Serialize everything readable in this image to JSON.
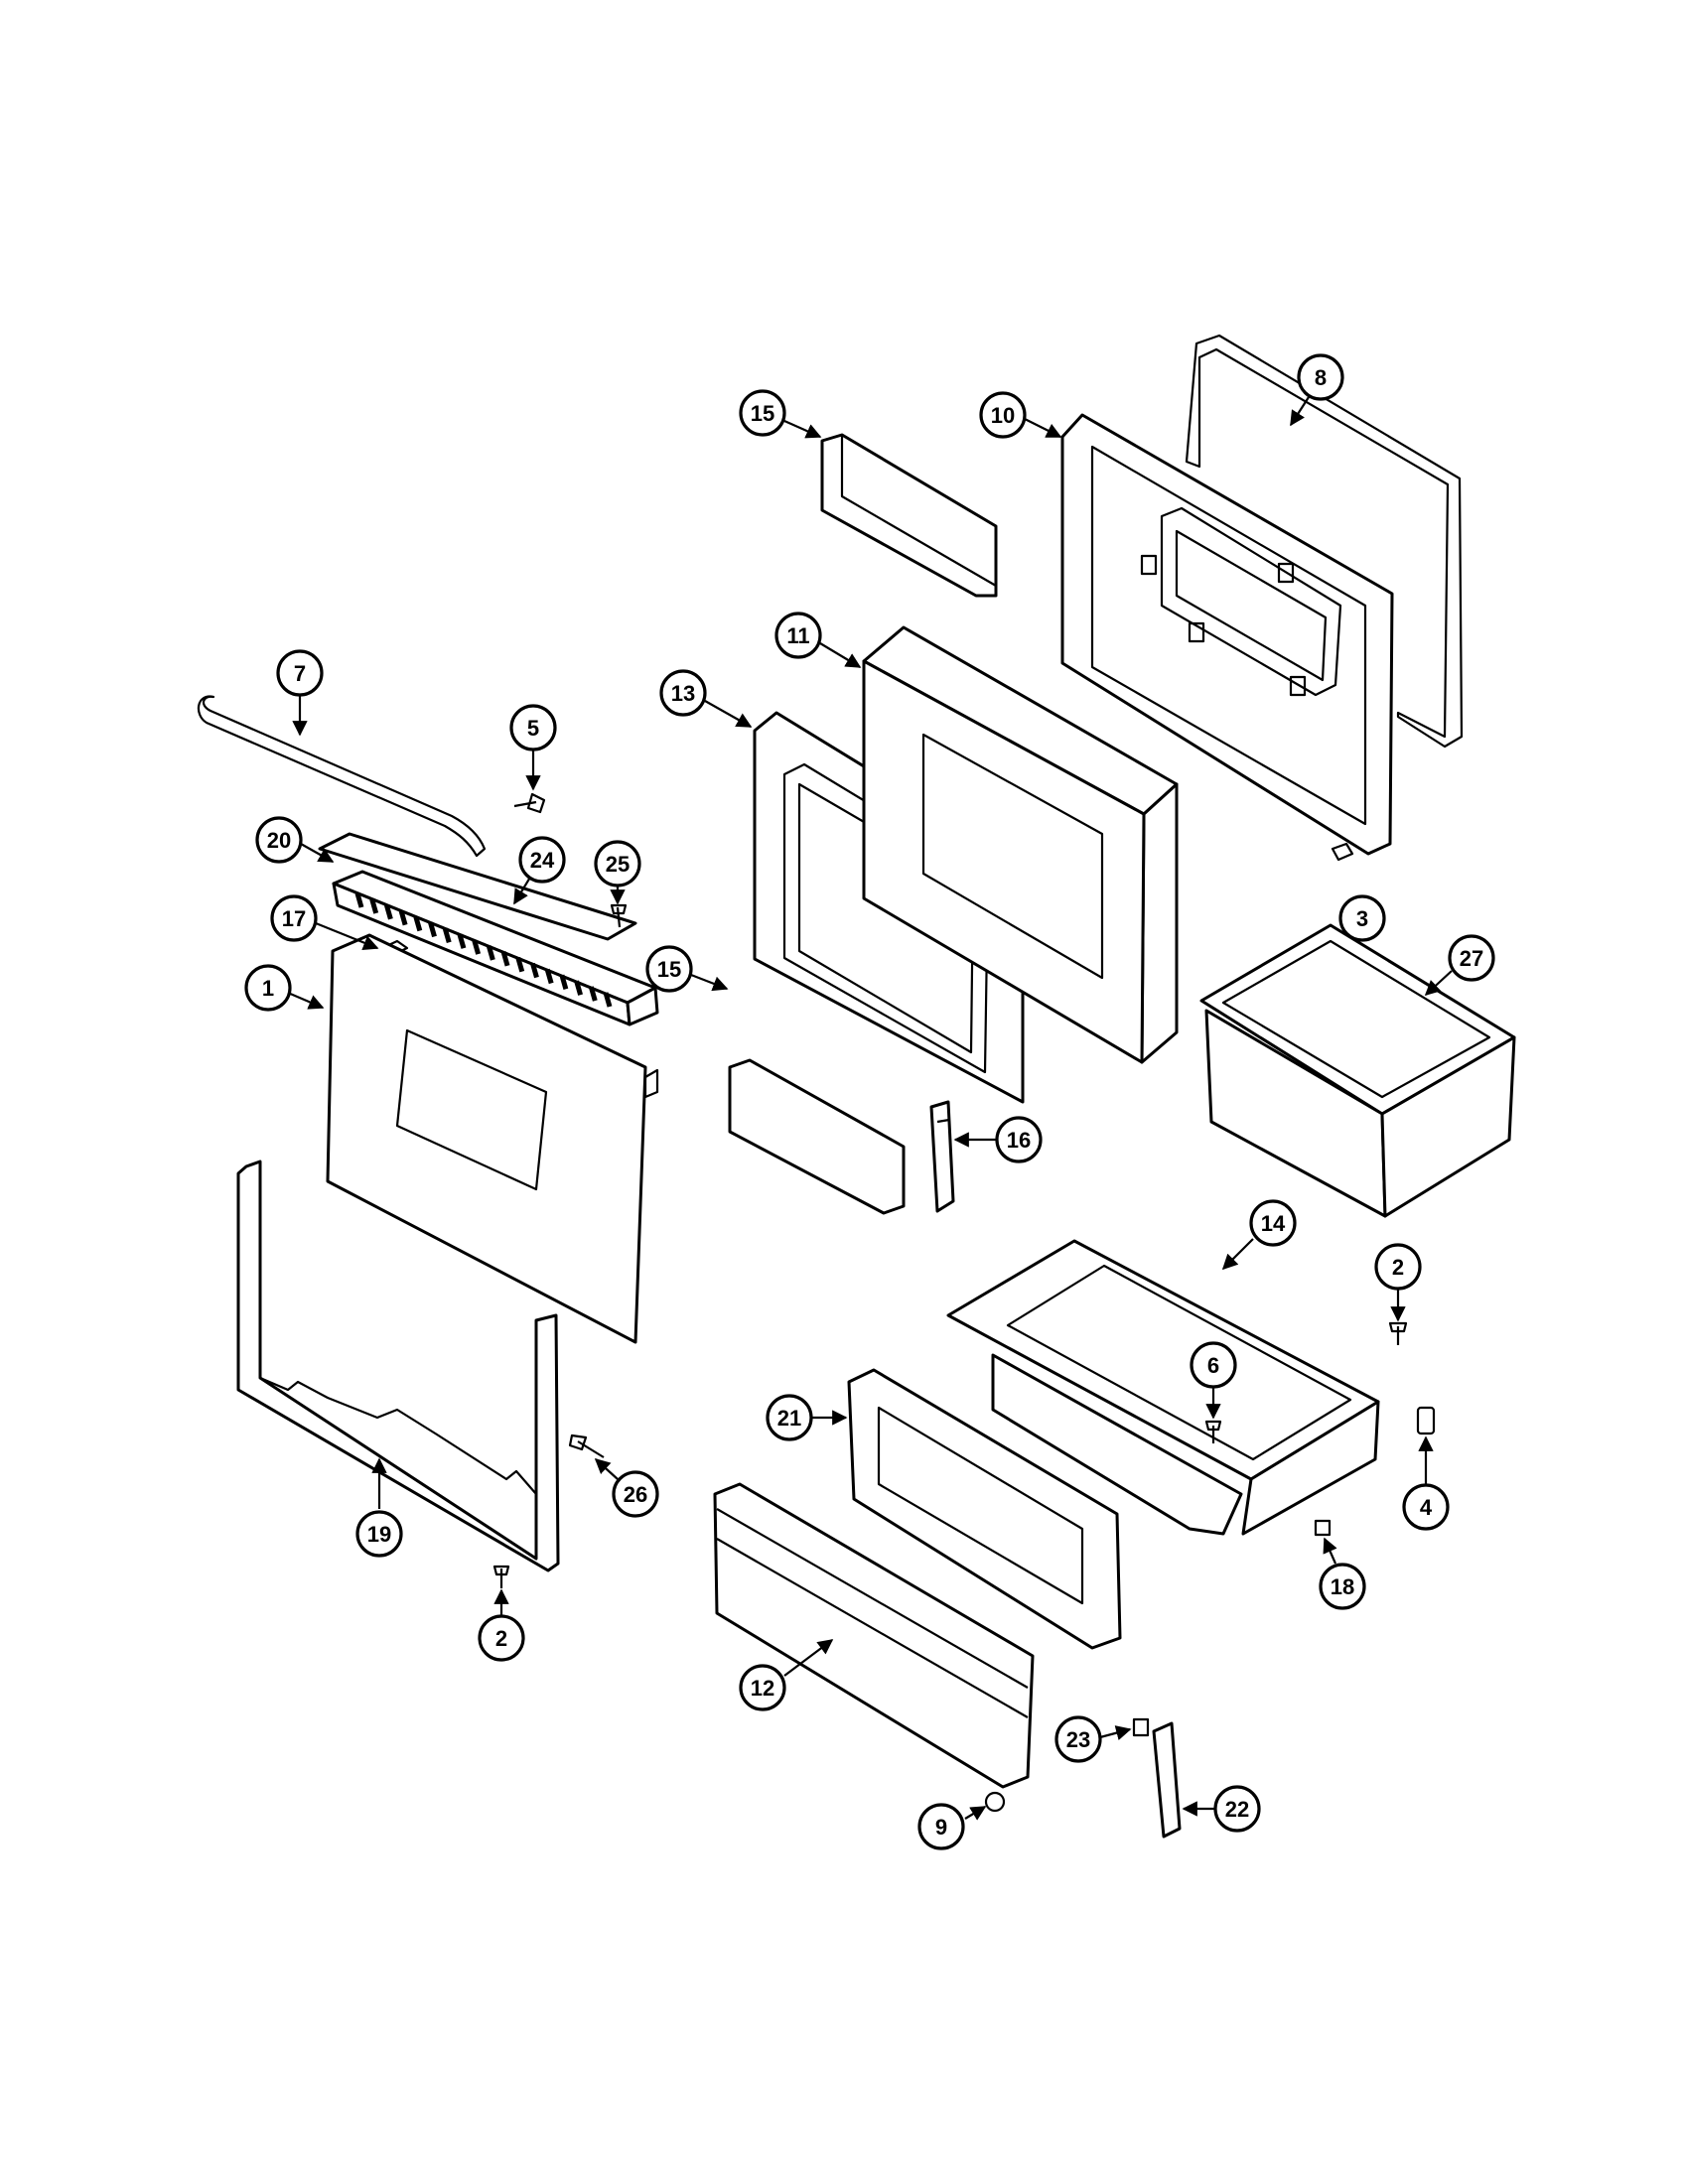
{
  "diagram": {
    "colors": {
      "line": "#000000",
      "background": "#ffffff"
    },
    "callouts": [
      "1",
      "2",
      "2",
      "3",
      "4",
      "5",
      "6",
      "7",
      "8",
      "9",
      "10",
      "11",
      "12",
      "13",
      "14",
      "15",
      "15",
      "16",
      "17",
      "18",
      "19",
      "20",
      "21",
      "22",
      "23",
      "24",
      "25",
      "26",
      "27"
    ]
  }
}
